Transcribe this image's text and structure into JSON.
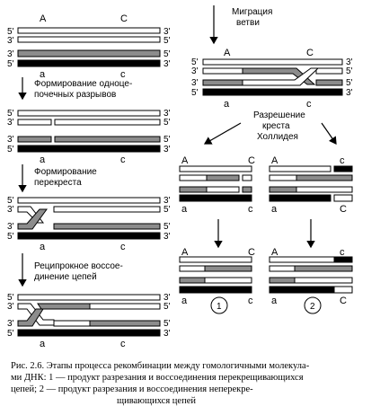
{
  "figure": {
    "strand_ends": {
      "five": "5'",
      "three": "3'"
    },
    "loci": {
      "A": "A",
      "C": "C",
      "a": "a",
      "c": "c"
    },
    "steps": {
      "nicks_line1": "Формирование одноце-",
      "nicks_line2": "почечных разрывов",
      "crossover_line1": "Формирование",
      "crossover_line2": "перекреста",
      "religation_line1": "Реципрокное воссое-",
      "religation_line2": "динение цепей",
      "migration_line1": "Миграция",
      "migration_line2": "ветви",
      "resolution_line1": "Разрешение",
      "resolution_line2": "креста",
      "resolution_line3": "Холлидея"
    },
    "products": {
      "one": "1",
      "two": "2"
    },
    "caption": {
      "line1": "Рис. 2.6. Этапы процесса рекомбинации между гомологичными молекула-",
      "line2": "ми ДНК: 1 — продукт разрезания и воссоединения перекрещивающихся",
      "line3": "цепей; 2 — продукт разрезания и воссоединения неперекре-",
      "line4": "щивающихся цепей"
    }
  }
}
